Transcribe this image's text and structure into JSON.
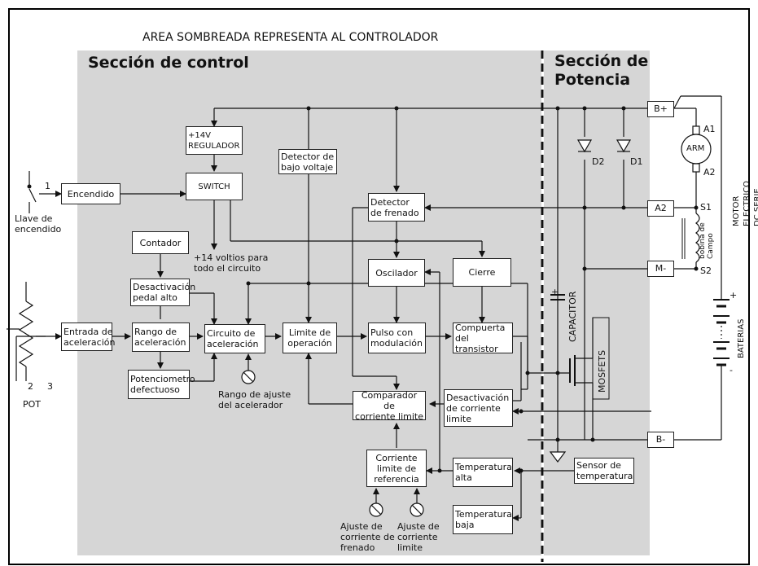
{
  "title": "AREA SOMBREADA REPRESENTA AL CONTROLADOR",
  "sections": {
    "control": "Sección de control",
    "power": "Sección de\nPotencia"
  },
  "blocks": {
    "regulator": "+14V\nREGULADOR",
    "switch": "SWITCH",
    "encendido": "Encendido",
    "low_voltage": "Detector de\nbajo voltaje",
    "brake_detector": "Detector\nde frenado",
    "contador": "Contador",
    "oscilador": "Oscilador",
    "cierre": "Cierre",
    "pedal_off": "Desactivación\npedal alto",
    "accel_input": "Entrada de\naceleración",
    "accel_range": "Rango de\naceleración",
    "accel_circuit": "Circuito de\naceleración",
    "limit_op": "Limite de\noperación",
    "pwm": "Pulso con\nmodulación",
    "transistor_gate": "Compuerta\ndel transistor",
    "pot_fault": "Potenciometro\ndefectuoso",
    "current_comparator": "Comparador de\ncorriente limite",
    "current_off": "Desactivación\nde corriente\nlimite",
    "current_ref": "Corriente\nlimite de\nreferencia",
    "temp_high": "Temperatura\nalta",
    "temp_low": "Temperatura\nbaja",
    "temp_sensor": "Sensor de\ntemperatura"
  },
  "labels": {
    "key_switch": "Llave de\nencendido",
    "switch_num": "1",
    "supply": "+14 voltios para\ntodo el circuito",
    "accel_adjust": "Rango de ajuste\ndel acelerador",
    "pot": "POT",
    "pot_pin2": "2",
    "pot_pin3": "3",
    "brake_adjust": "Ajuste de\ncorriente de\nfrenado",
    "limit_adjust": "Ajuste de\ncorriente\nlimite",
    "capacitor": "CAPACITOR",
    "mosfets": "MOSFETS",
    "d1": "D1",
    "d2": "D2",
    "arm": "ARM",
    "a1": "A1",
    "a2": "A2",
    "s1": "S1",
    "s2": "S2",
    "field_coil": "bobina de\nCampo",
    "motor": "MOTOR ELECTRICO DC SERIE",
    "batteries": "BATERIAS",
    "plus": "+",
    "minus": "-"
  },
  "terminals": {
    "bplus": "B+",
    "a2": "A2",
    "mminus": "M-",
    "bminus": "B-"
  }
}
